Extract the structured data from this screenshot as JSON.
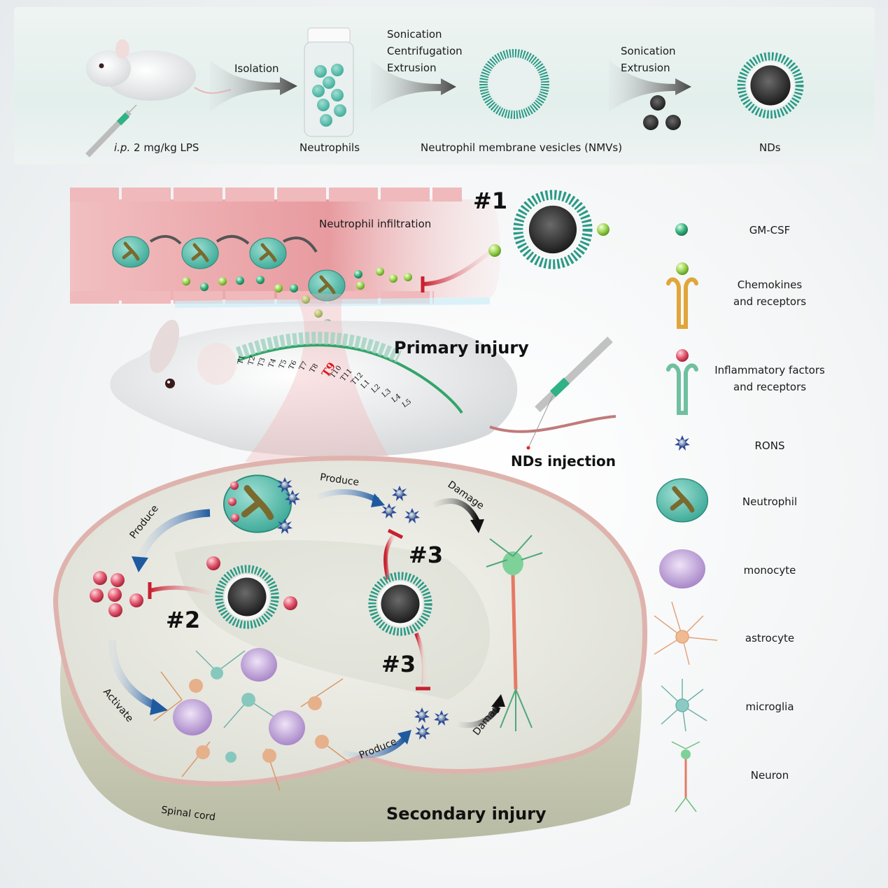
{
  "workflow": {
    "step1_caption_italic": "i.p.",
    "step1_caption_rest": " 2 mg/kg LPS",
    "arrow1_label": "Isolation",
    "step2_caption": "Neutrophils",
    "arrow2_labels": [
      "Sonication",
      "Centrifugation",
      "Extrusion"
    ],
    "step3_caption": "Neutrophil membrane vesicles (NMVs)",
    "arrow3_labels": [
      "Sonication",
      "Extrusion"
    ],
    "step4_caption": "NDs"
  },
  "primary": {
    "vessel_label": "Neutrophil infiltration",
    "marker1": "#1",
    "title": "Primary injury",
    "vertebrae": [
      "T1",
      "T2",
      "T3",
      "T4",
      "T5",
      "T6",
      "T7",
      "T8",
      "T9",
      "T10",
      "T11",
      "T12",
      "L1",
      "L2",
      "L3",
      "L4",
      "L5"
    ],
    "injury_site": "T9",
    "injection_label": "NDs injection"
  },
  "secondary": {
    "produce_left": "Produce",
    "produce_top": "Produce",
    "damage_top": "Damage",
    "marker2": "#2",
    "marker3_top": "#3",
    "marker3_bottom": "#3",
    "activate": "Activate",
    "produce_bottom": "Produce",
    "damage_bottom": "Damage",
    "spinal_cord": "Spinal cord",
    "title": "Secondary injury"
  },
  "legend": {
    "items": [
      {
        "icon": "gm-csf-sphere",
        "label": "GM-CSF",
        "color": "#2fae7a"
      },
      {
        "icon": "chemokine-receptor",
        "label": "Chemokines\nand receptors",
        "color": "#e0a63a"
      },
      {
        "icon": "inflammatory-receptor",
        "label": "Inflammatory factors\nand receptors",
        "color": "#d94a62"
      },
      {
        "icon": "rons-star",
        "label": "RONS",
        "color": "#2f4a9a"
      },
      {
        "icon": "neutrophil-cell",
        "label": "Neutrophil",
        "color": "#5cc2b2"
      },
      {
        "icon": "monocyte-cell",
        "label": "monocyte",
        "color": "#a887c8"
      },
      {
        "icon": "astrocyte-cell",
        "label": "astrocyte",
        "color": "#e3a37a"
      },
      {
        "icon": "microglia-cell",
        "label": "microglia",
        "color": "#6fb3aa"
      },
      {
        "icon": "neuron-cell",
        "label": "Neuron",
        "color": "#6cbf7c"
      }
    ]
  },
  "colors": {
    "membrane": "#2a9a86",
    "core": "#2b2b2b",
    "vessel": "#e38a8e",
    "inhibit": "#c8202f",
    "produce_arrow": "#1f5aa0",
    "damage_arrow": "#111111"
  }
}
